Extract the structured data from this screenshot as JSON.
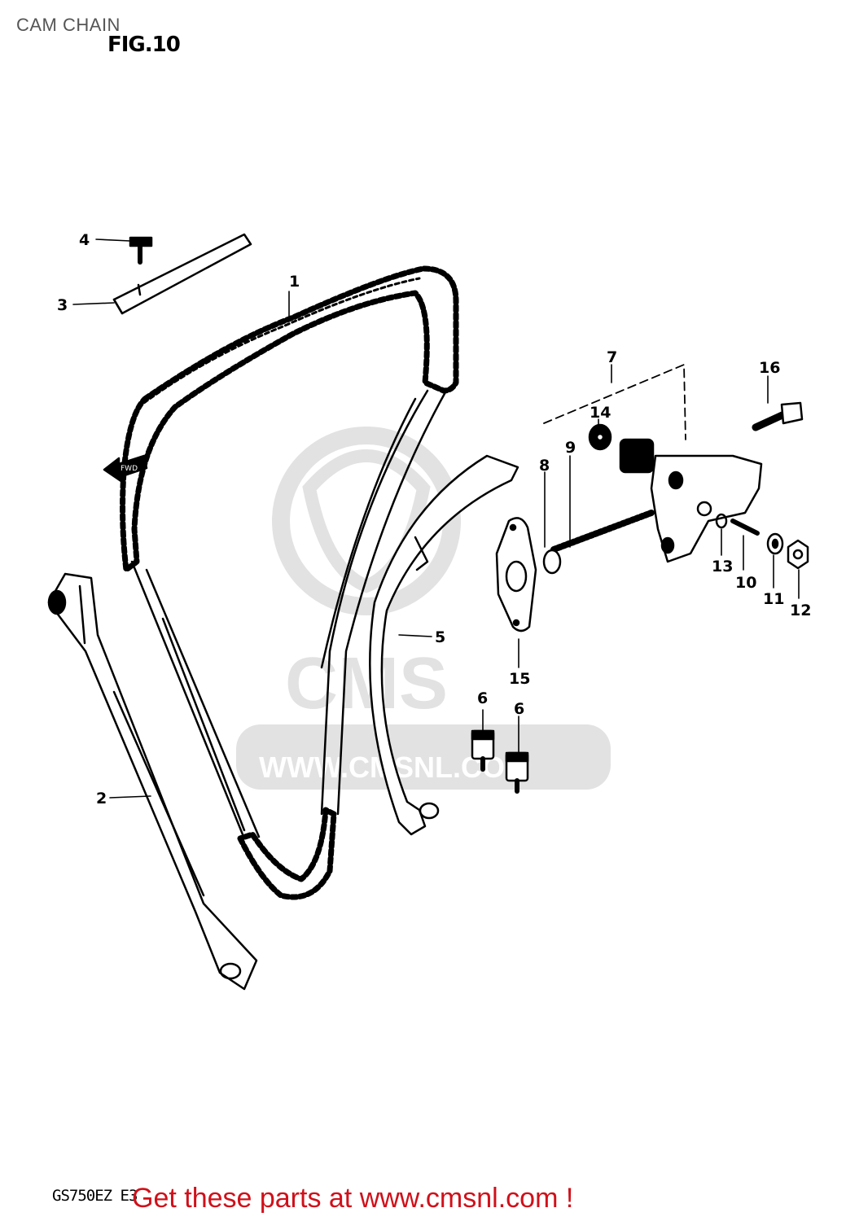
{
  "header": {
    "title": "CAM CHAIN",
    "figure": "FIG.10"
  },
  "footer": {
    "model_code": "GS750EZ E3",
    "promo": "Get these parts at www.cmsnl.com !"
  },
  "watermark": {
    "brand": "CMS",
    "url": "WWW.CMSNL.COM"
  },
  "direction_arrow": {
    "label": "FWD"
  },
  "callouts": [
    "1",
    "2",
    "3",
    "4",
    "5",
    "6",
    "6",
    "7",
    "8",
    "9",
    "10",
    "11",
    "12",
    "13",
    "14",
    "15",
    "16"
  ],
  "colors": {
    "promo_text": "#d0101a",
    "line_art": "#000000",
    "watermark": "#e2e2e2",
    "title_text": "#555555"
  }
}
